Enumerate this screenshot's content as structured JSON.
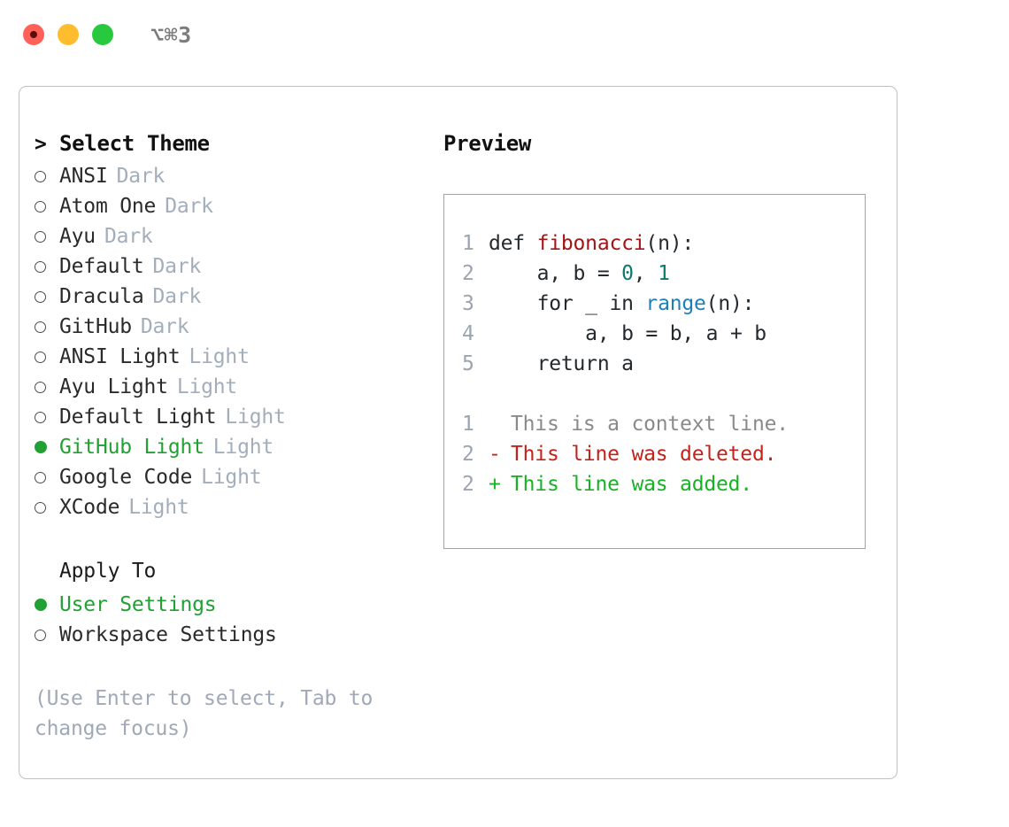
{
  "titlebar": {
    "shortcut": "⌥⌘3",
    "lights": [
      "close",
      "minimize",
      "maximize"
    ]
  },
  "theme_list": {
    "marker": ">",
    "heading": "Select Theme",
    "items": [
      {
        "label": "ANSI",
        "tag": "Dark",
        "selected": false
      },
      {
        "label": "Atom One",
        "tag": "Dark",
        "selected": false
      },
      {
        "label": "Ayu",
        "tag": "Dark",
        "selected": false
      },
      {
        "label": "Default",
        "tag": "Dark",
        "selected": false
      },
      {
        "label": "Dracula",
        "tag": "Dark",
        "selected": false
      },
      {
        "label": "GitHub",
        "tag": "Dark",
        "selected": false
      },
      {
        "label": "ANSI Light",
        "tag": "Light",
        "selected": false
      },
      {
        "label": "Ayu Light",
        "tag": "Light",
        "selected": false
      },
      {
        "label": "Default Light",
        "tag": "Light",
        "selected": false
      },
      {
        "label": "GitHub Light",
        "tag": "Light",
        "selected": true
      },
      {
        "label": "Google Code",
        "tag": "Light",
        "selected": false
      },
      {
        "label": "XCode",
        "tag": "Light",
        "selected": false
      }
    ]
  },
  "apply_to": {
    "heading": "Apply To",
    "items": [
      {
        "label": "User Settings",
        "selected": true
      },
      {
        "label": "Workspace Settings",
        "selected": false
      }
    ]
  },
  "hint": "(Use Enter to select, Tab to change focus)",
  "preview": {
    "title": "Preview",
    "code_lines": [
      {
        "num": "1",
        "tokens": [
          {
            "text": "def ",
            "type": "plain"
          },
          {
            "text": "fibonacci",
            "type": "fn"
          },
          {
            "text": "(n):",
            "type": "plain"
          }
        ]
      },
      {
        "num": "2",
        "tokens": [
          {
            "text": "    a, b = ",
            "type": "plain"
          },
          {
            "text": "0",
            "type": "num"
          },
          {
            "text": ", ",
            "type": "plain"
          },
          {
            "text": "1",
            "type": "num"
          }
        ]
      },
      {
        "num": "3",
        "tokens": [
          {
            "text": "    for _ in ",
            "type": "plain"
          },
          {
            "text": "range",
            "type": "call"
          },
          {
            "text": "(n):",
            "type": "plain"
          }
        ]
      },
      {
        "num": "4",
        "tokens": [
          {
            "text": "        a, b = b, a + b",
            "type": "plain"
          }
        ]
      },
      {
        "num": "5",
        "tokens": [
          {
            "text": "    return a",
            "type": "plain"
          }
        ]
      }
    ],
    "diff_lines": [
      {
        "num": "1",
        "sign": " ",
        "text": "This is a context line.",
        "kind": "context"
      },
      {
        "num": "2",
        "sign": "-",
        "text": "This line was deleted.",
        "kind": "deleted"
      },
      {
        "num": "2",
        "sign": "+",
        "text": "This line was added.",
        "kind": "added"
      }
    ]
  },
  "colors": {
    "accent_green": "#22A033",
    "muted": "#a3aebb",
    "border": "#9aa5b1",
    "panel_border": "#b9c2cc",
    "diff_deleted": "#C4231C",
    "diff_added": "#19B226",
    "syntax_function": "#A31515",
    "syntax_number": "#0B7A6B",
    "syntax_call": "#1D80B8"
  }
}
